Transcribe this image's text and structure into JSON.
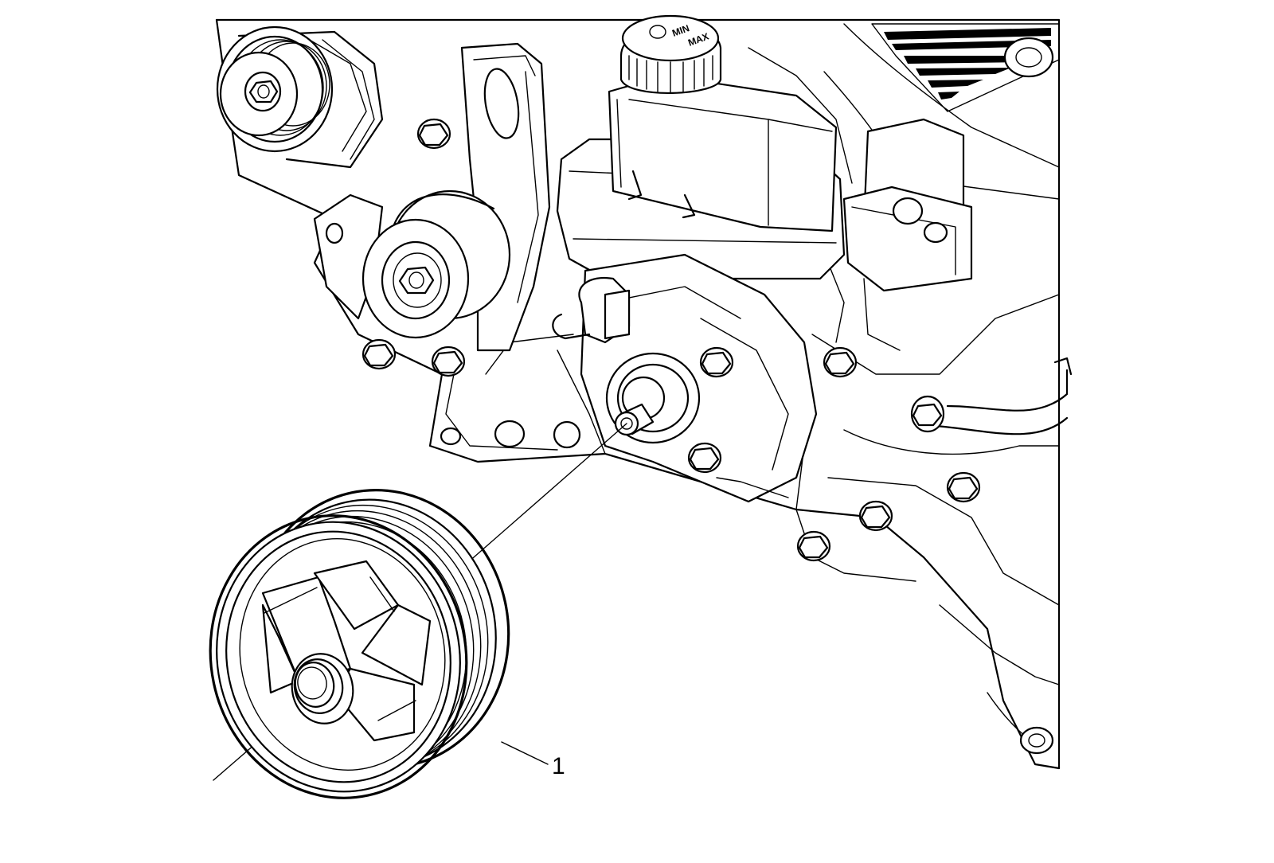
{
  "diagram": {
    "callouts": [
      {
        "id": "1",
        "label": "1"
      }
    ],
    "reservoir_cap_text": [
      "MIN",
      "MAX"
    ]
  }
}
